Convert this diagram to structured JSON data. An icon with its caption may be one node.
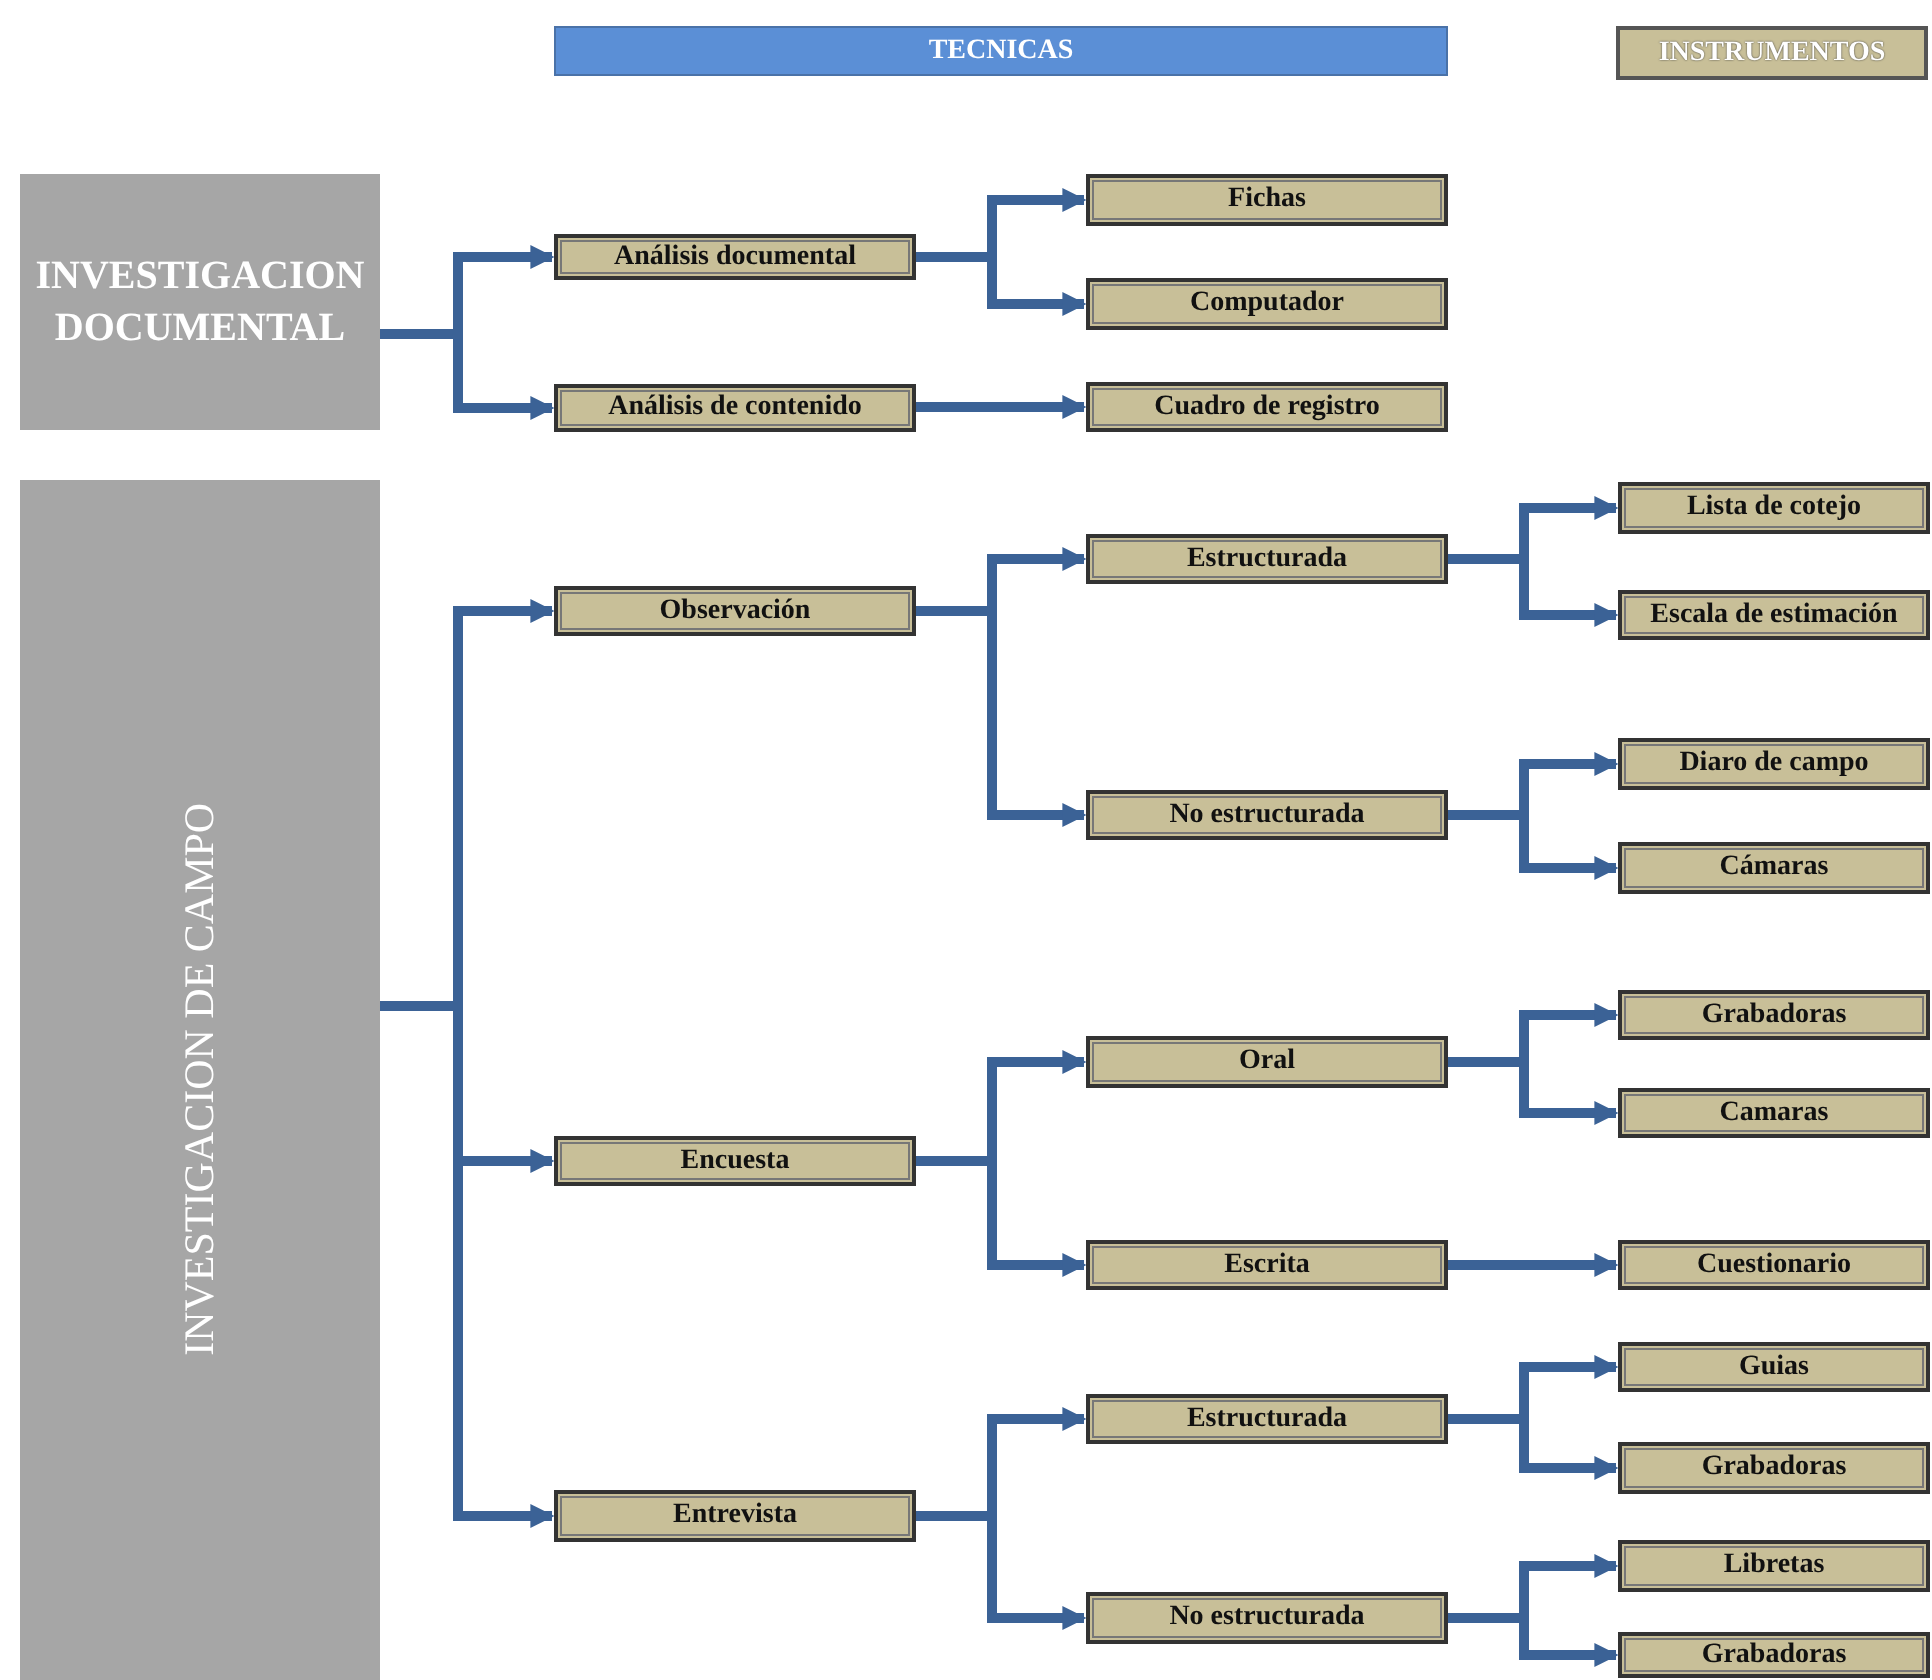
{
  "diagram": {
    "nodes": [
      {
        "text": [
          "TECNICAS"
        ]
      },
      {
        "text": [
          "INSTRUMENTOS"
        ]
      },
      {
        "text": [
          "INVESTIGACION DOCUMENTAL"
        ]
      },
      {
        "text": [
          "Análisis documental"
        ]
      },
      {
        "text": [
          "Fichas"
        ]
      },
      {
        "text": [
          "Computador"
        ]
      },
      {
        "text": [
          "Análisis de contenido"
        ]
      },
      {
        "text": [
          "Cuadro de registro"
        ]
      },
      {
        "text": [
          "INVESTIGACION DE CAMPO"
        ]
      },
      {
        "text": [
          "Observación"
        ]
      },
      {
        "text": [
          "Estructurada"
        ]
      },
      {
        "text": [
          "Lista de cotejo"
        ]
      },
      {
        "text": [
          "Escala de estimación"
        ]
      },
      {
        "text": [
          "No estructurada"
        ]
      },
      {
        "text": [
          "Diaro de campo"
        ]
      },
      {
        "text": [
          "Cámaras"
        ]
      },
      {
        "text": [
          "Encuesta"
        ]
      },
      {
        "text": [
          "Oral"
        ]
      },
      {
        "text": [
          "Grabadoras"
        ]
      },
      {
        "text": [
          "Camaras"
        ]
      },
      {
        "text": [
          "Escrita"
        ]
      },
      {
        "text": [
          "Cuestionario"
        ]
      },
      {
        "text": [
          "Entrevista"
        ]
      },
      {
        "text": [
          "Estructurada"
        ]
      },
      {
        "text": [
          "Guias"
        ]
      },
      {
        "text": [
          "Grabadoras"
        ]
      },
      {
        "text": [
          "No estructurada"
        ]
      },
      {
        "text": [
          "Libretas"
        ]
      },
      {
        "text": [
          "Grabadoras"
        ]
      }
    ],
    "edges": [
      {
        "from": 2,
        "to": 3,
        "arrow": "to"
      },
      {
        "from": 2,
        "to": 6,
        "arrow": "to"
      },
      {
        "from": 3,
        "to": 4,
        "arrow": "to"
      },
      {
        "from": 3,
        "to": 5,
        "arrow": "to"
      },
      {
        "from": 6,
        "to": 7,
        "arrow": "to"
      },
      {
        "from": 8,
        "to": 9,
        "arrow": "to"
      },
      {
        "from": 8,
        "to": 16,
        "arrow": "to"
      },
      {
        "from": 8,
        "to": 22,
        "arrow": "to"
      },
      {
        "from": 9,
        "to": 10,
        "arrow": "to"
      },
      {
        "from": 9,
        "to": 13,
        "arrow": "to"
      },
      {
        "from": 10,
        "to": 11,
        "arrow": "to"
      },
      {
        "from": 10,
        "to": 12,
        "arrow": "to"
      },
      {
        "from": 13,
        "to": 14,
        "arrow": "to"
      },
      {
        "from": 13,
        "to": 15,
        "arrow": "to"
      },
      {
        "from": 16,
        "to": 17,
        "arrow": "to"
      },
      {
        "from": 16,
        "to": 20,
        "arrow": "to"
      },
      {
        "from": 17,
        "to": 18,
        "arrow": "to"
      },
      {
        "from": 17,
        "to": 19,
        "arrow": "to"
      },
      {
        "from": 20,
        "to": 21,
        "arrow": "to"
      },
      {
        "from": 22,
        "to": 23,
        "arrow": "to"
      },
      {
        "from": 22,
        "to": 26,
        "arrow": "to"
      },
      {
        "from": 23,
        "to": 24,
        "arrow": "to"
      },
      {
        "from": 23,
        "to": 25,
        "arrow": "to"
      },
      {
        "from": 26,
        "to": 27,
        "arrow": "to"
      },
      {
        "from": 26,
        "to": 28,
        "arrow": "to"
      }
    ]
  }
}
